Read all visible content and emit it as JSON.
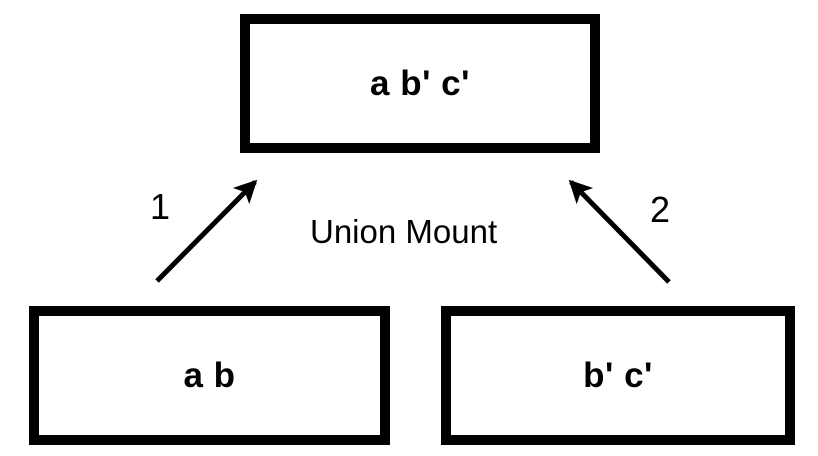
{
  "diagram": {
    "title_label": "Union Mount",
    "stroke_color": "#000000",
    "background_color": "#ffffff",
    "nodes": [
      {
        "id": "merged",
        "role": "union-mount-result",
        "label": "a b' c'",
        "position": "top-center"
      },
      {
        "id": "lower-left",
        "role": "lower-branch-first",
        "label": "a b",
        "position": "bottom-left"
      },
      {
        "id": "lower-right",
        "role": "lower-branch-second",
        "label": "b' c'",
        "position": "bottom-right"
      }
    ],
    "arrows": [
      {
        "id": "arrow-1",
        "label": "1",
        "from": "lower-left",
        "to": "merged",
        "direction": "up-right"
      },
      {
        "id": "arrow-2",
        "label": "2",
        "from": "lower-right",
        "to": "merged",
        "direction": "up-left"
      }
    ]
  }
}
